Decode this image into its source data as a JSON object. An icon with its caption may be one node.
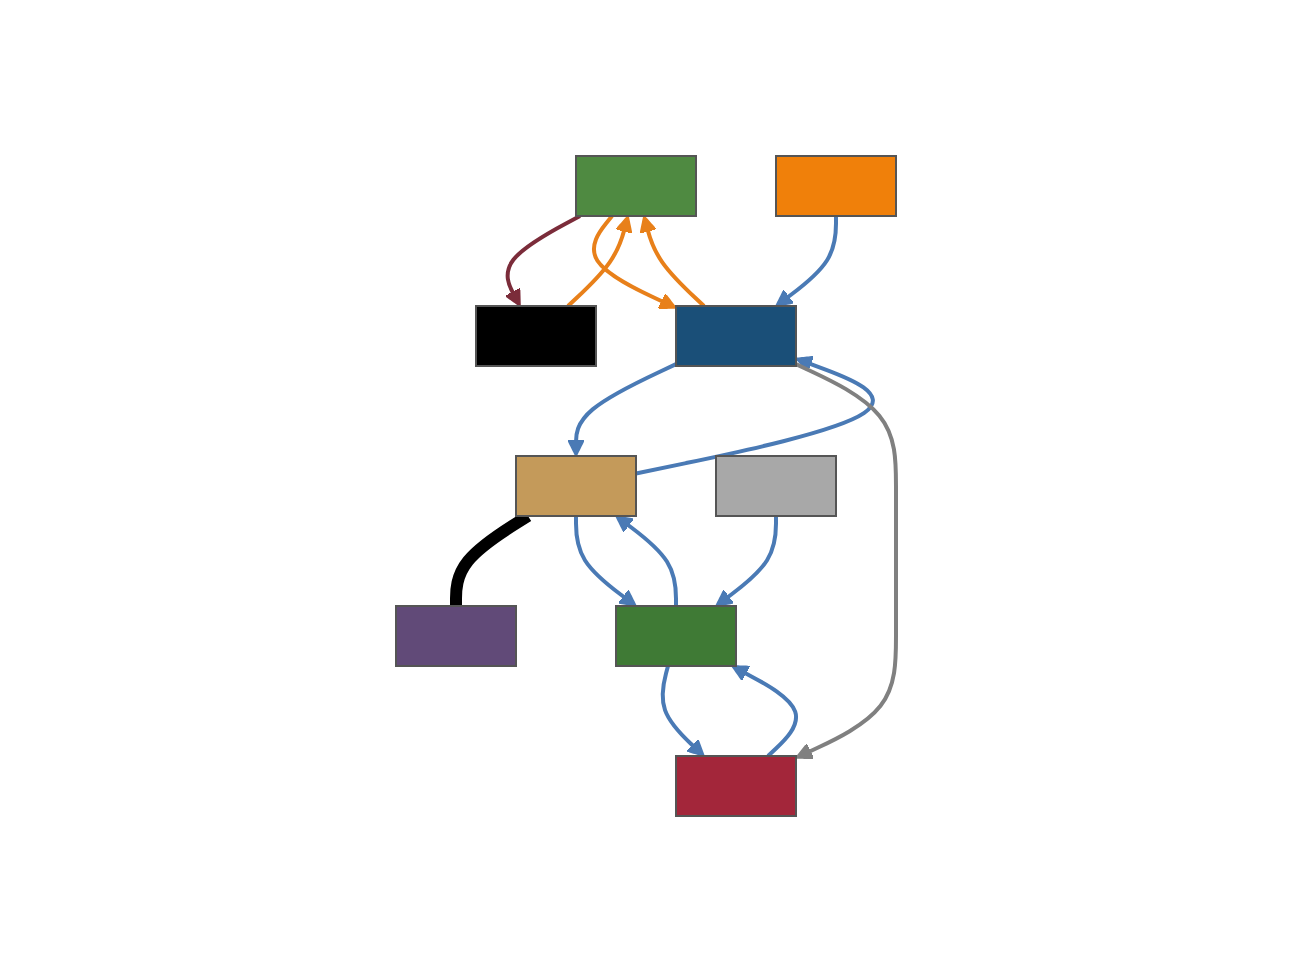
{
  "diagram": {
    "nodes": [
      {
        "text": [],
        "shape": "box"
      },
      {
        "text": [],
        "shape": "box"
      },
      {
        "text": [],
        "shape": "box"
      },
      {
        "text": [],
        "shape": "box"
      },
      {
        "text": [],
        "shape": "box"
      },
      {
        "text": [],
        "shape": "box"
      },
      {
        "text": [],
        "shape": "box"
      },
      {
        "text": [],
        "shape": "box"
      },
      {
        "text": [],
        "shape": "box"
      }
    ],
    "edges": [
      {
        "from": 0,
        "to": 1,
        "arrow": "to",
        "color": "#7b2c3a"
      },
      {
        "from": 1,
        "to": 0,
        "arrow": "to",
        "color": "#e8801a"
      },
      {
        "from": 2,
        "to": 0,
        "arrow": "to",
        "color": "#e8801a"
      },
      {
        "from": 0,
        "to": 2,
        "arrow": "to",
        "color": "#e8801a"
      },
      {
        "from": 3,
        "to": 2,
        "arrow": "to"
      },
      {
        "from": 4,
        "to": 2,
        "arrow": "to"
      },
      {
        "from": 2,
        "to": 4,
        "arrow": "to"
      },
      {
        "from": 4,
        "to": 5,
        "arrow": "none",
        "style": "thick",
        "color": "#000000"
      },
      {
        "from": 6,
        "to": 4,
        "arrow": "to"
      },
      {
        "from": 4,
        "to": 6,
        "arrow": "to"
      },
      {
        "from": 7,
        "to": 6,
        "arrow": "to"
      },
      {
        "from": 8,
        "to": 6,
        "arrow": "to"
      },
      {
        "from": 6,
        "to": 8,
        "arrow": "to"
      },
      {
        "from": 2,
        "to": 8,
        "arrow": "to",
        "color": "#808080"
      }
    ]
  }
}
